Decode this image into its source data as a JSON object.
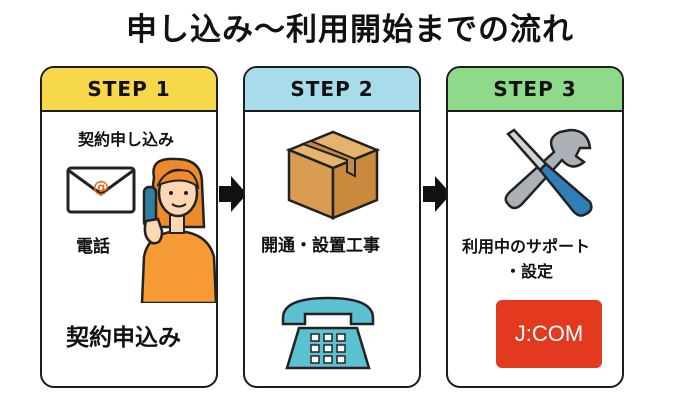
{
  "title": "申し込み〜利用開始までの流れ",
  "steps": [
    {
      "label": "STEP 1",
      "color": "#f7d84a",
      "items": [
        "契約申し込み",
        "電話",
        "契約申込み"
      ]
    },
    {
      "label": "STEP 2",
      "color": "#a8dcea",
      "items": [
        "開通・設置工事"
      ]
    },
    {
      "label": "STEP 3",
      "color": "#8fd98a",
      "items": [
        "利用中のサポート",
        "・設定"
      ],
      "logo_text": "J:COM"
    }
  ],
  "icons": [
    "mail-icon",
    "phone-call-person-icon",
    "cardboard-box-icon",
    "telephone-icon",
    "tools-icon",
    "arrow-right-icon"
  ]
}
